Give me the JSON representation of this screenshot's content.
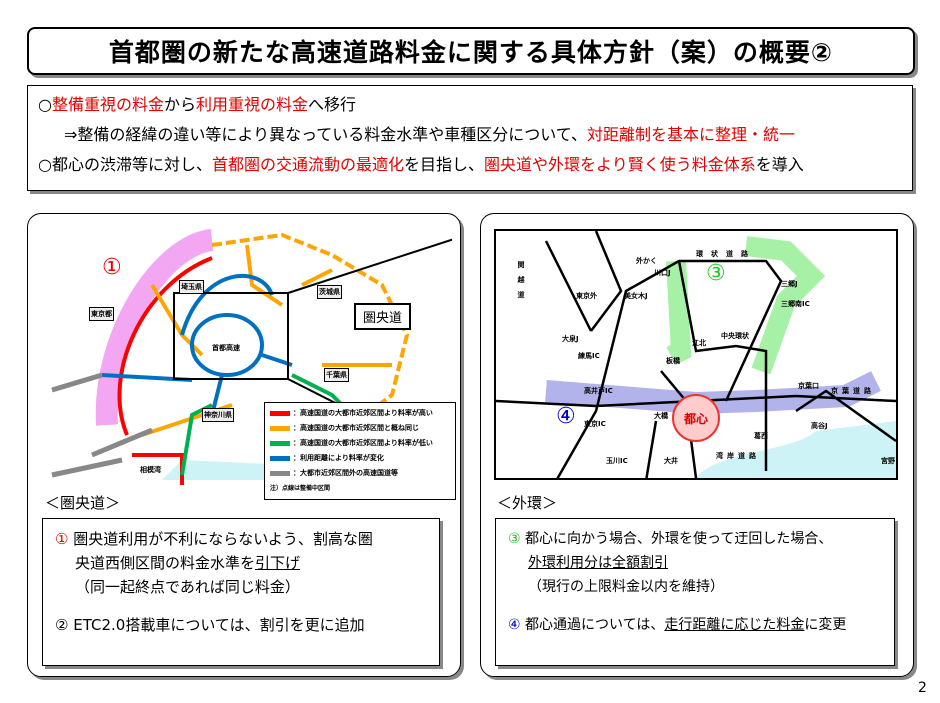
{
  "title": "首都圏の新たな高速道路料金に関する具体方針（案）の概要②",
  "info": {
    "line1": {
      "bullet": "○",
      "p1": "整備重視の料金",
      "p2": "から",
      "p3": "利用重視の料金",
      "p4": "へ移行"
    },
    "line2": {
      "p1": "⇒整備の経緯の違い等により異なっている料金水準や車種区分について、",
      "p2": "対距離制を基本に整理・統一"
    },
    "line3": {
      "bullet": "○",
      "p1": "都心の渋滞等に対し、",
      "p2": "首都圏の交通流動の最適化",
      "p3": "を目指し、",
      "p4": "圏央道や外環をより賢く使う料金体系",
      "p5": "を導入"
    }
  },
  "left": {
    "map": {
      "marker": "①",
      "callout": "圏央道",
      "prefs": [
        "埼玉県",
        "東京都",
        "茨城県",
        "千葉県",
        "神奈川県"
      ],
      "center_label": "首都高速",
      "bay": "相模湾",
      "legend": [
        "：高速国道の大都市近郊区間より料率が高い",
        "：高速国道の大都市近郊区間と概ね同じ",
        "：高速国道の大都市近郊区間より料率が低い",
        "：利用距離により料率が変化",
        "：大都市近郊区間外の高速国道等"
      ],
      "legend_note": "注）点線は整備中区間"
    },
    "heading": "＜圏央道＞",
    "note": {
      "n1": "①",
      "l1": "圏央道利用が不利にならないよう、割高な圏",
      "l2a": "央道西側区間の料金水準を",
      "l2b": "引下げ",
      "l3": "（同一起終点であれば同じ料金）",
      "n2": "②",
      "l4": "ETC2.0搭載車については、割引を更に追加"
    }
  },
  "right": {
    "map": {
      "marker3": "③",
      "marker4": "④",
      "center": "都心",
      "labels": [
        "川口J",
        "美女木J",
        "三郷J",
        "三郷南IC",
        "大泉J",
        "練馬IC",
        "江北",
        "板橋",
        "高井戸IC",
        "東京IC",
        "大橋",
        "京葉口",
        "高谷J",
        "葛西",
        "大井",
        "玉川IC",
        "宮野"
      ],
      "roads": [
        "環状道路",
        "外かく",
        "関越道",
        "東京外",
        "中央環状",
        "京葉道路",
        "湾岸道路"
      ]
    },
    "heading": "＜外環＞",
    "note": {
      "n3": "③",
      "l1": "都心に向かう場合、外環を使って迂回した場合、",
      "l2": "外環利用分は全額割引",
      "l3": "（現行の上限料金以内を維持）",
      "n4": "④",
      "l4a": "都心通過については、",
      "l4b": "走行距離に応じた料金",
      "l4c": "に変更"
    }
  },
  "page_number": "2",
  "colors": {
    "red": "#ff0000",
    "orange": "#ffa500",
    "green": "#00b050",
    "blue": "#0070c0",
    "gray": "#808080"
  }
}
